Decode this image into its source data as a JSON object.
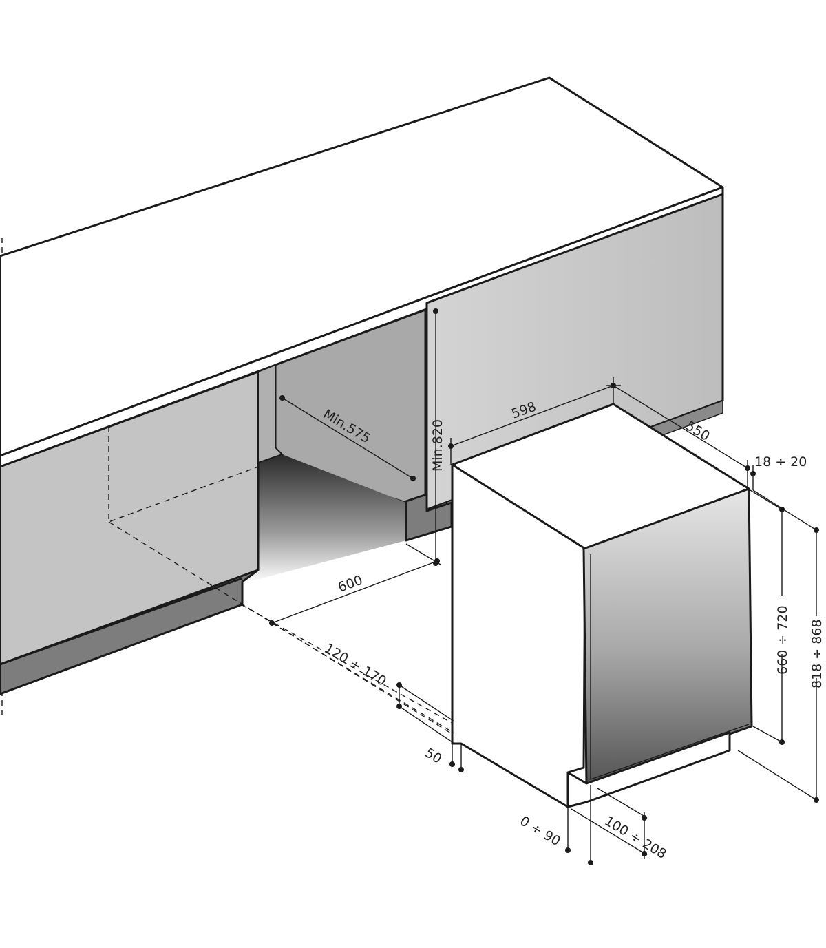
{
  "dimensions": {
    "niche_depth": "Min.575",
    "niche_height": "Min.820",
    "niche_width": "600",
    "plinth_gap": "120 ÷ 170",
    "plinth_height": "50",
    "appliance_width": "598",
    "appliance_depth": "550",
    "panel_thickness": "18 ÷ 20",
    "panel_height": "660 ÷ 720",
    "appliance_height": "818 ÷ 868",
    "foot_adjust": "0 ÷ 90",
    "plinth_setback": "100 ÷ 208"
  },
  "colors": {
    "outline": "#1a1a1a",
    "cabinet_front": "#c4c4c4",
    "cabinet_side": "#d8d8d8",
    "niche_wall": "#a9a9a9",
    "plinth": "#7d7d7d",
    "worktop": "#ffffff",
    "appliance_body": "#ffffff",
    "door_panel_light": "#d9d9d9",
    "door_panel_dark": "#5a5a5a"
  }
}
